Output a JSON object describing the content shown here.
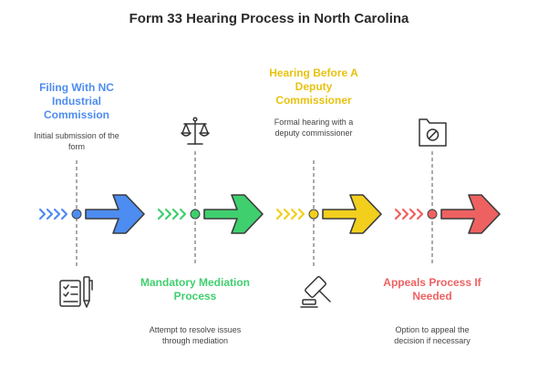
{
  "title": "Form 33 Hearing Process in North Carolina",
  "stages": [
    {
      "title": "Filing With NC Industrial Commission",
      "description": "Initial submission of the form",
      "color": "#4d8cf0",
      "icon": "checklist-pen-icon"
    },
    {
      "title": "Mandatory Mediation Process",
      "description": "Attempt to resolve issues through mediation",
      "color": "#3fcf6e",
      "icon": "balance-scale-icon"
    },
    {
      "title": "Hearing Before A Deputy Commissioner",
      "description": "Formal hearing with a deputy commissioner",
      "color": "#f2cf1d",
      "icon": "gavel-icon"
    },
    {
      "title": "Appeals Process If Needed",
      "description": "Option to appeal the decision if necessary",
      "color": "#ee6161",
      "icon": "folder-prohibited-icon"
    }
  ]
}
